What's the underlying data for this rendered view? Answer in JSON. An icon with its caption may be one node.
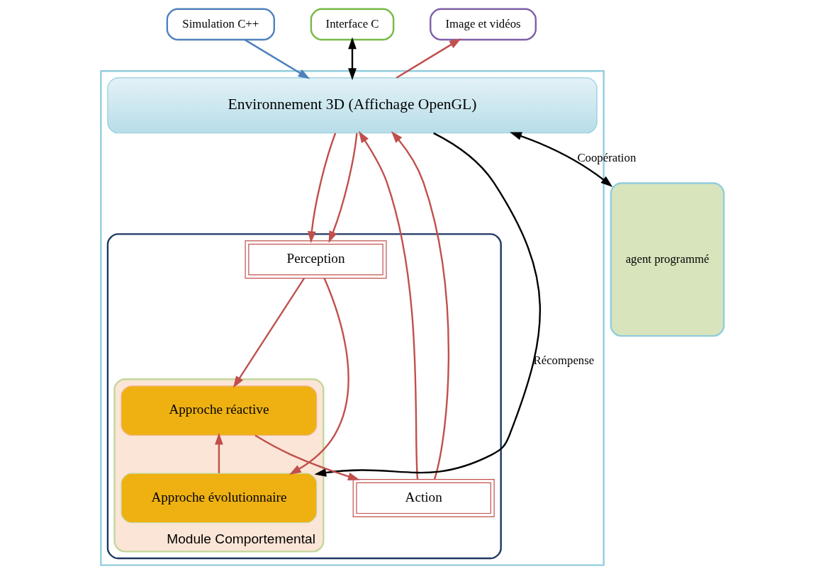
{
  "diagram": {
    "nodes": [
      {
        "text": [
          "Simulation C++"
        ]
      },
      {
        "text": [
          "Interface C"
        ]
      },
      {
        "text": [
          "Image et vidéos"
        ]
      },
      {
        "text": [],
        "shape": "box"
      },
      {
        "text": [
          "Environnement 3D (Affichage OpenGL)"
        ],
        "in": 3
      },
      {
        "text": [],
        "shape": "box",
        "in": 3
      },
      {
        "text": [
          "Perception"
        ],
        "in": 5
      },
      {
        "text": [
          "Action"
        ],
        "in": 5
      },
      {
        "text": [
          "Module Comportemental"
        ],
        "in": 5
      },
      {
        "text": [
          "Approche réactive"
        ],
        "in": 8
      },
      {
        "text": [
          "Approche évolutionnaire"
        ],
        "in": 8
      },
      {
        "text": [
          "agent programmé"
        ]
      }
    ],
    "edges": [
      {
        "from": 0,
        "to": 4,
        "arrow": "to",
        "color": "#4f81bd"
      },
      {
        "from": 1,
        "to": 4,
        "arrow": "both",
        "color": "#000000"
      },
      {
        "from": 4,
        "to": 2,
        "arrow": "to"
      },
      {
        "from": 4,
        "to": 6,
        "arrow": "to"
      },
      {
        "from": 4,
        "to": 6,
        "arrow": "to"
      },
      {
        "from": 7,
        "to": 4,
        "arrow": "to"
      },
      {
        "from": 7,
        "to": 4,
        "arrow": "to"
      },
      {
        "from": 6,
        "to": 9,
        "arrow": "to"
      },
      {
        "from": 6,
        "to": 10,
        "arrow": "to"
      },
      {
        "from": 10,
        "to": 9,
        "arrow": "to"
      },
      {
        "from": 9,
        "to": 7,
        "arrow": "to"
      },
      {
        "from": 4,
        "to": 11,
        "arrow": "both",
        "label": "Coopération",
        "color": "#000000"
      },
      {
        "from": 4,
        "to": 10,
        "arrow": "to",
        "label": "Récompense",
        "color": "#000000"
      }
    ]
  }
}
